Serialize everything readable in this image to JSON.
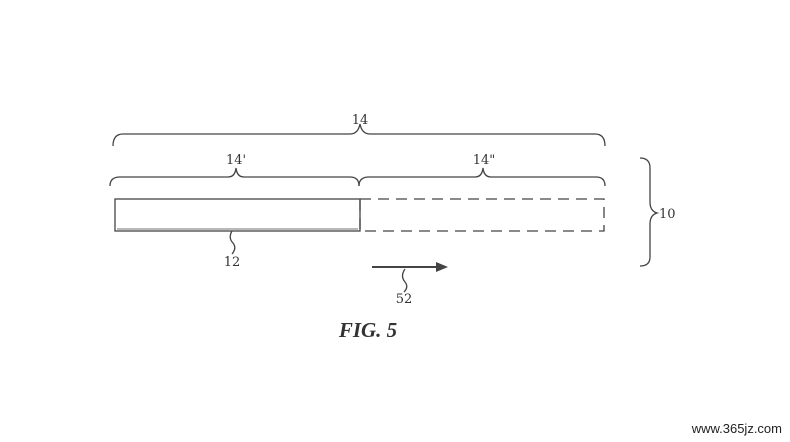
{
  "figure": {
    "labels": {
      "overall_length": "14",
      "first_portion": "14'",
      "second_portion": "14\"",
      "assembly": "10",
      "solid_member": "12",
      "direction_arrow": "52"
    },
    "caption": "FIG. 5"
  },
  "watermark": "www.365jz.com"
}
